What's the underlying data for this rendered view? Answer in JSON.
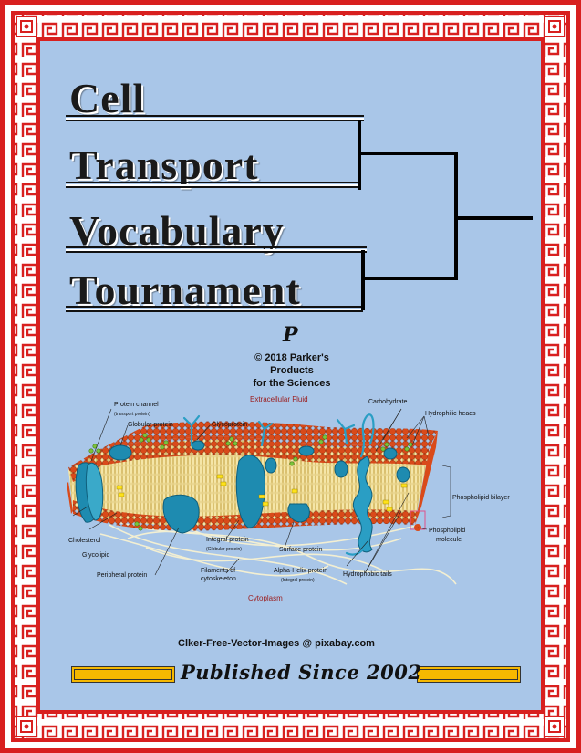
{
  "title": {
    "line1": "Cell",
    "line2": "Transport",
    "line3": "Vocabulary",
    "line4": "Tournament"
  },
  "logo": {
    "letter": "P"
  },
  "copyright": {
    "line1": "© 2018 Parker's",
    "line2": "Products",
    "line3": "for the Sciences"
  },
  "diagram": {
    "extracellular": "Extracellular Fluid",
    "cytoplasm": "Cytoplasm",
    "labels": {
      "protein_channel": "Protein channel",
      "protein_channel_sub": "(transport protein)",
      "globular_protein": "Globular protein",
      "glycoprotein": "Glycoprotein",
      "carbohydrate": "Carbohydrate",
      "hydrophilic_heads": "Hydrophilic heads",
      "phospholipid_bilayer": "Phospholipid bilayer",
      "phospholipid_molecule_1": "Phospholipid",
      "phospholipid_molecule_2": "molecule",
      "cholesterol": "Cholesterol",
      "glycolipid": "Glycolipid",
      "peripheral_protein": "Peripheral protein",
      "integral_protein": "Integral protein",
      "integral_protein_sub": "(Globular protein)",
      "surface_protein": "Surface protein",
      "filaments_1": "Filaments of",
      "filaments_2": "cytoskeleton",
      "alpha_helix": "Alpha-Helix protein",
      "alpha_helix_sub": "(Integral protein)",
      "hydrophobic_tails": "Hydrophobic tails"
    }
  },
  "credit": "Clker-Free-Vector-Images @ pixabay.com",
  "footer": {
    "published": "Published Since 2002"
  },
  "colors": {
    "background": "#a9c6e8",
    "border_red": "#d8201f",
    "gold": "#f6b800",
    "head_red": "#d94a1a",
    "protein_teal": "#1e8bb0"
  }
}
